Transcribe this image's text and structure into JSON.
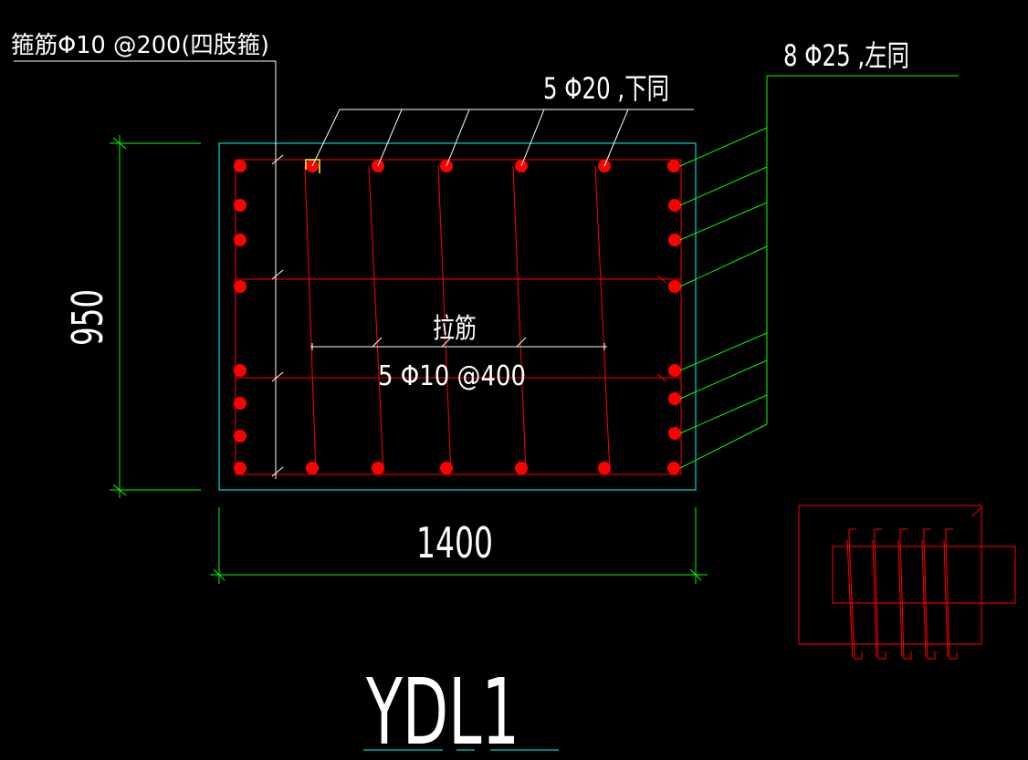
{
  "labels": {
    "stirrup": "箍筋Φ10 @200(四肢箍)",
    "top_bars": "5 Φ20 ,下同",
    "side_bars": "8 Φ25 ,左同",
    "tie_title": "拉筋",
    "tie_spec": "5 Φ10 @400",
    "dim_height": "950",
    "dim_width": "1400",
    "drawing_title": "YDL1"
  },
  "colors": {
    "background": "#000000",
    "text": "#ffffff",
    "rebar": "#ff0000",
    "section_outline": "#00ffff",
    "dimension": "#00ff00",
    "marker": "#ffff00"
  }
}
